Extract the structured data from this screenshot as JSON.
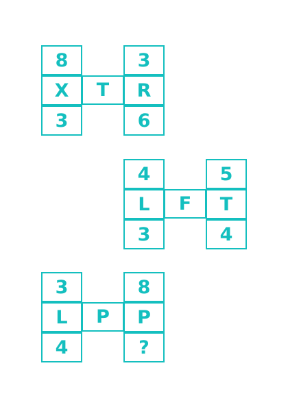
{
  "colors": {
    "accent": "#14bfbf",
    "background": "#ffffff"
  },
  "puzzles": [
    {
      "left": [
        "8",
        "X",
        "3"
      ],
      "center": "T",
      "right": [
        "3",
        "R",
        "6"
      ]
    },
    {
      "left": [
        "4",
        "L",
        "3"
      ],
      "center": "F",
      "right": [
        "5",
        "T",
        "4"
      ]
    },
    {
      "left": [
        "3",
        "L",
        "4"
      ],
      "center": "P",
      "right": [
        "8",
        "P",
        "?"
      ]
    }
  ]
}
